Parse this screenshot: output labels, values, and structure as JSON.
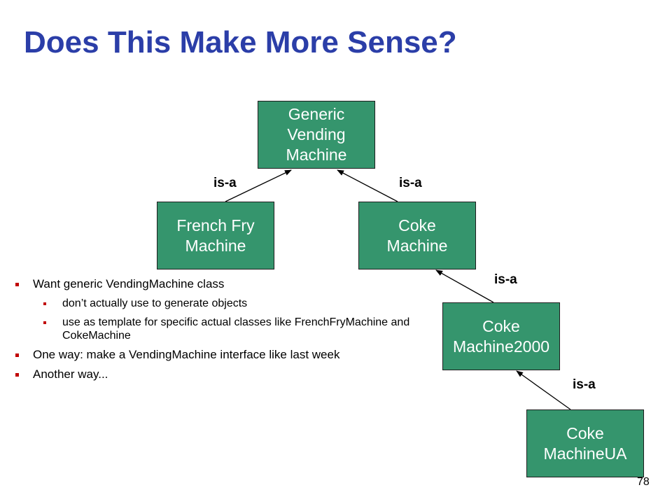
{
  "title": "Does This Make More Sense?",
  "diagram": {
    "nodes": [
      {
        "id": "generic",
        "lines": [
          "Generic",
          "Vending",
          "Machine"
        ]
      },
      {
        "id": "frenchfry",
        "lines": [
          "French Fry",
          "Machine"
        ]
      },
      {
        "id": "coke",
        "lines": [
          "Coke",
          "Machine"
        ]
      },
      {
        "id": "coke2000",
        "lines": [
          "Coke",
          "Machine2000"
        ]
      },
      {
        "id": "cokeua",
        "lines": [
          "Coke",
          "MachineUA"
        ]
      }
    ],
    "edge_label": "is-a",
    "node_color": "#35956d"
  },
  "bullets": [
    {
      "level": 1,
      "text": "Want generic VendingMachine class"
    },
    {
      "level": 2,
      "text": "don’t actually use to generate objects"
    },
    {
      "level": 2,
      "text": "use as template for specific actual classes like FrenchFryMachine and CokeMachine"
    },
    {
      "level": 1,
      "text": "One way: make a VendingMachine interface like last week"
    },
    {
      "level": 1,
      "text": "Another way..."
    }
  ],
  "bullet_color": "#c00000",
  "title_color": "#2b3ea8",
  "page_number": "78"
}
